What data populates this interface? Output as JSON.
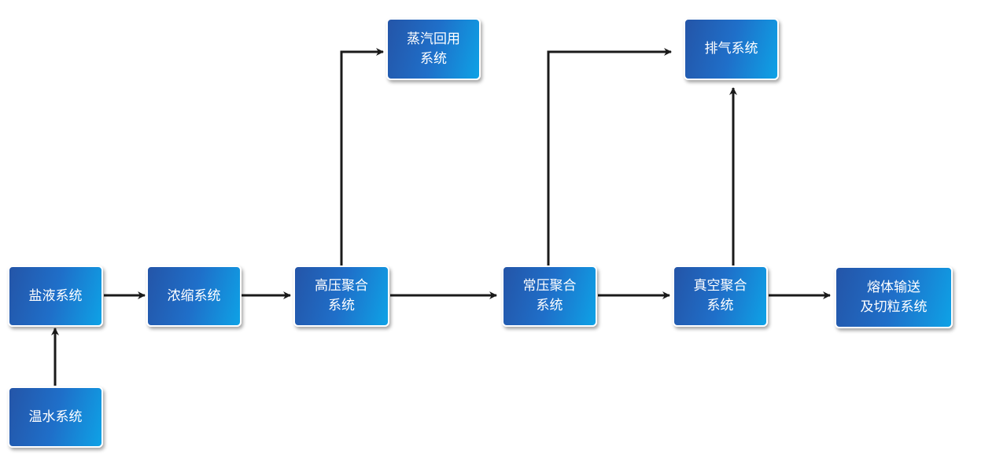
{
  "nodes": {
    "brine": "盐液系统",
    "warm_water": "温水系统",
    "concentration": "浓缩系统",
    "high_pressure": "高压聚合\n系统",
    "steam_recovery": "蒸汽回用\n系统",
    "atmospheric": "常压聚合\n系统",
    "exhaust": "排气系统",
    "vacuum": "真空聚合\n系统",
    "melt_transport": "熔体输送\n及切粒系统"
  },
  "colors": {
    "node_gradient_start": "#2455a8",
    "node_gradient_end": "#0ea2e6",
    "arrow": "#1a1a1a",
    "text": "#ffffff"
  }
}
